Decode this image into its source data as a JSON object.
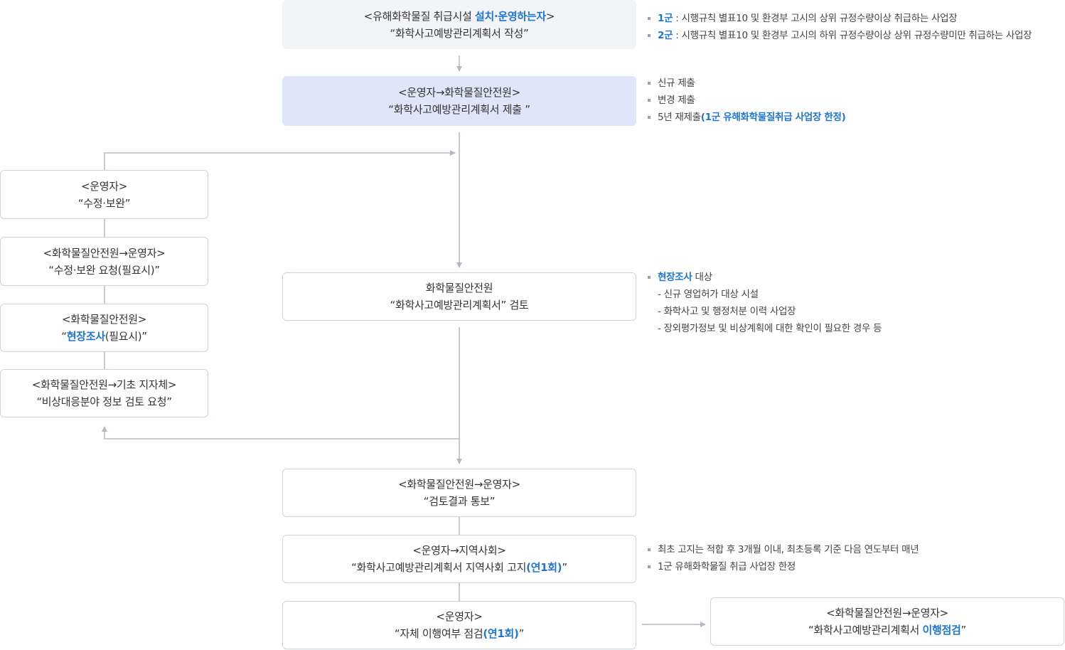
{
  "boxes": {
    "setup": {
      "line1_pre": "<유해화학물질 취급시설 ",
      "line1_hl": "설치·운영하는자",
      "line1_post": ">",
      "line2": "“화학사고예방관리계획서 작성”"
    },
    "submit": {
      "line1": "<운영자→화학물질안전원>",
      "line2": "“화학사고예방관리계획서 제출 ”"
    },
    "revise": {
      "line1": "<운영자>",
      "line2": "“수정·보완”"
    },
    "revise_request": {
      "line1": "<화학물질안전원→운영자>",
      "line2": "“수정·보완 요청(필요시)”"
    },
    "site_survey": {
      "line1": "<화학물질안전원>",
      "line2_pre": "“",
      "line2_hl": "현장조사",
      "line2_post": "(필요시)”"
    },
    "local_gov": {
      "line1": "<화학물질안전원→기초 지자체>",
      "line2": "“비상대응분야 정보 검토 요청”"
    },
    "review": {
      "line1": "화학물질안전원",
      "line2": "“화학사고예방관리계획서” 검토"
    },
    "result": {
      "line1": "<화학물질안전원→운영자>",
      "line2": "“검토결과 통보”"
    },
    "community": {
      "line1": "<운영자→지역사회>",
      "line2_pre": "“화학사고예방관리계획서 지역사회 고지",
      "line2_hl": "(연1회)",
      "line2_post": "”"
    },
    "self_check": {
      "line1": "<운영자>",
      "line2_pre": "“자체 이행여부 점검",
      "line2_hl": "(연1회)",
      "line2_post": "”"
    },
    "inspection": {
      "line1": "<화학물질안전원→운영자>",
      "line2_pre": "“화학사고예방관리계획서 ",
      "line2_hl": "이행점검",
      "line2_post": "”"
    }
  },
  "notes": {
    "groups": [
      {
        "label": "1군",
        "text": " : 시행규칙 별표10 및 환경부 고시의 상위 규정수량이상 취급하는 사업장"
      },
      {
        "label": "2군",
        "text": " : 시행규칙 별표10 및 환경부 고시의 하위 규정수량이상 상위 규정수량미만 취급하는 사업장"
      }
    ],
    "submission": {
      "items": [
        "신규 제출",
        "변경 제출"
      ],
      "resubmit_pre": "5년 재제출",
      "resubmit_hl": "(1군 유해화학물질취급 사업장 한정)"
    },
    "survey": {
      "label": "현장조사",
      "suffix": " 대상",
      "subs": [
        "- 신규 영업허가 대상 시설",
        "- 화학사고 및 행정처분 이력 사업장",
        "- 장외평가정보 및 비상계획에 대한 확인이 필요한 경우 등"
      ]
    },
    "notice": [
      "최초 고지는 적합 후 3개월 이내, 최초등록 기준 다음 연도부터 매년",
      "1군 유해화학물질 취급 사업장 한정"
    ]
  },
  "colors": {
    "accent": "#1f76d2",
    "box_gray": "#f3f4f8",
    "box_blue": "#dfe6f8",
    "border": "#cfd3da",
    "connector": "#b4bac4"
  }
}
